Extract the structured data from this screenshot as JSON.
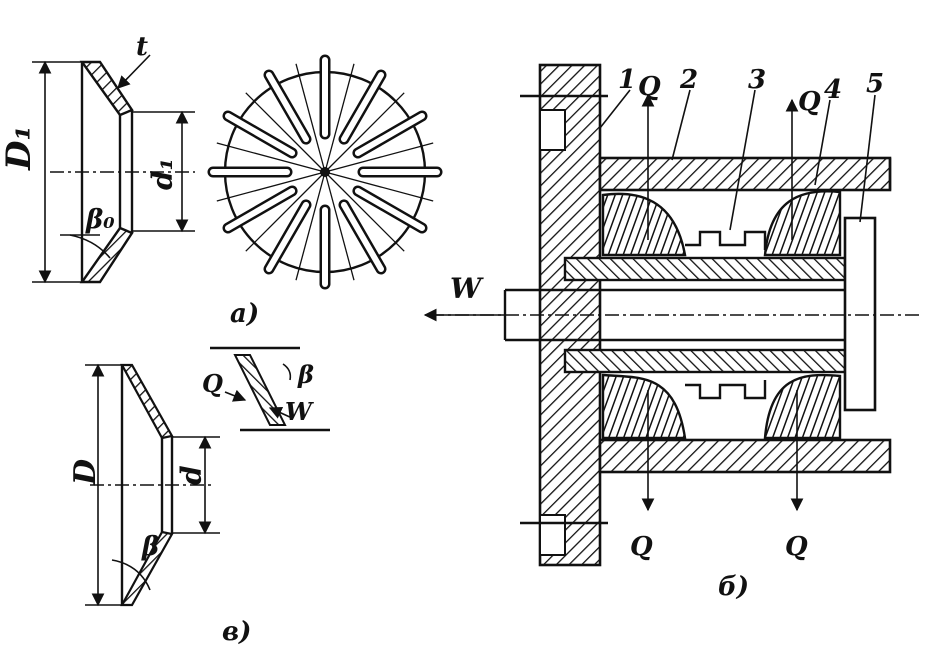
{
  "labels": {
    "D1": "D₁",
    "d1": "d₁",
    "t": "t",
    "beta0": "β₀",
    "sub_a": "а)",
    "sub_b": "б)",
    "sub_v": "в)",
    "D": "D",
    "d": "d",
    "beta": "β",
    "Q": "Q",
    "W": "W",
    "n1": "1",
    "n2": "2",
    "n3": "3",
    "n4": "4",
    "n5": "5"
  },
  "colors": {
    "ink": "#111111",
    "paper": "#ffffff"
  }
}
